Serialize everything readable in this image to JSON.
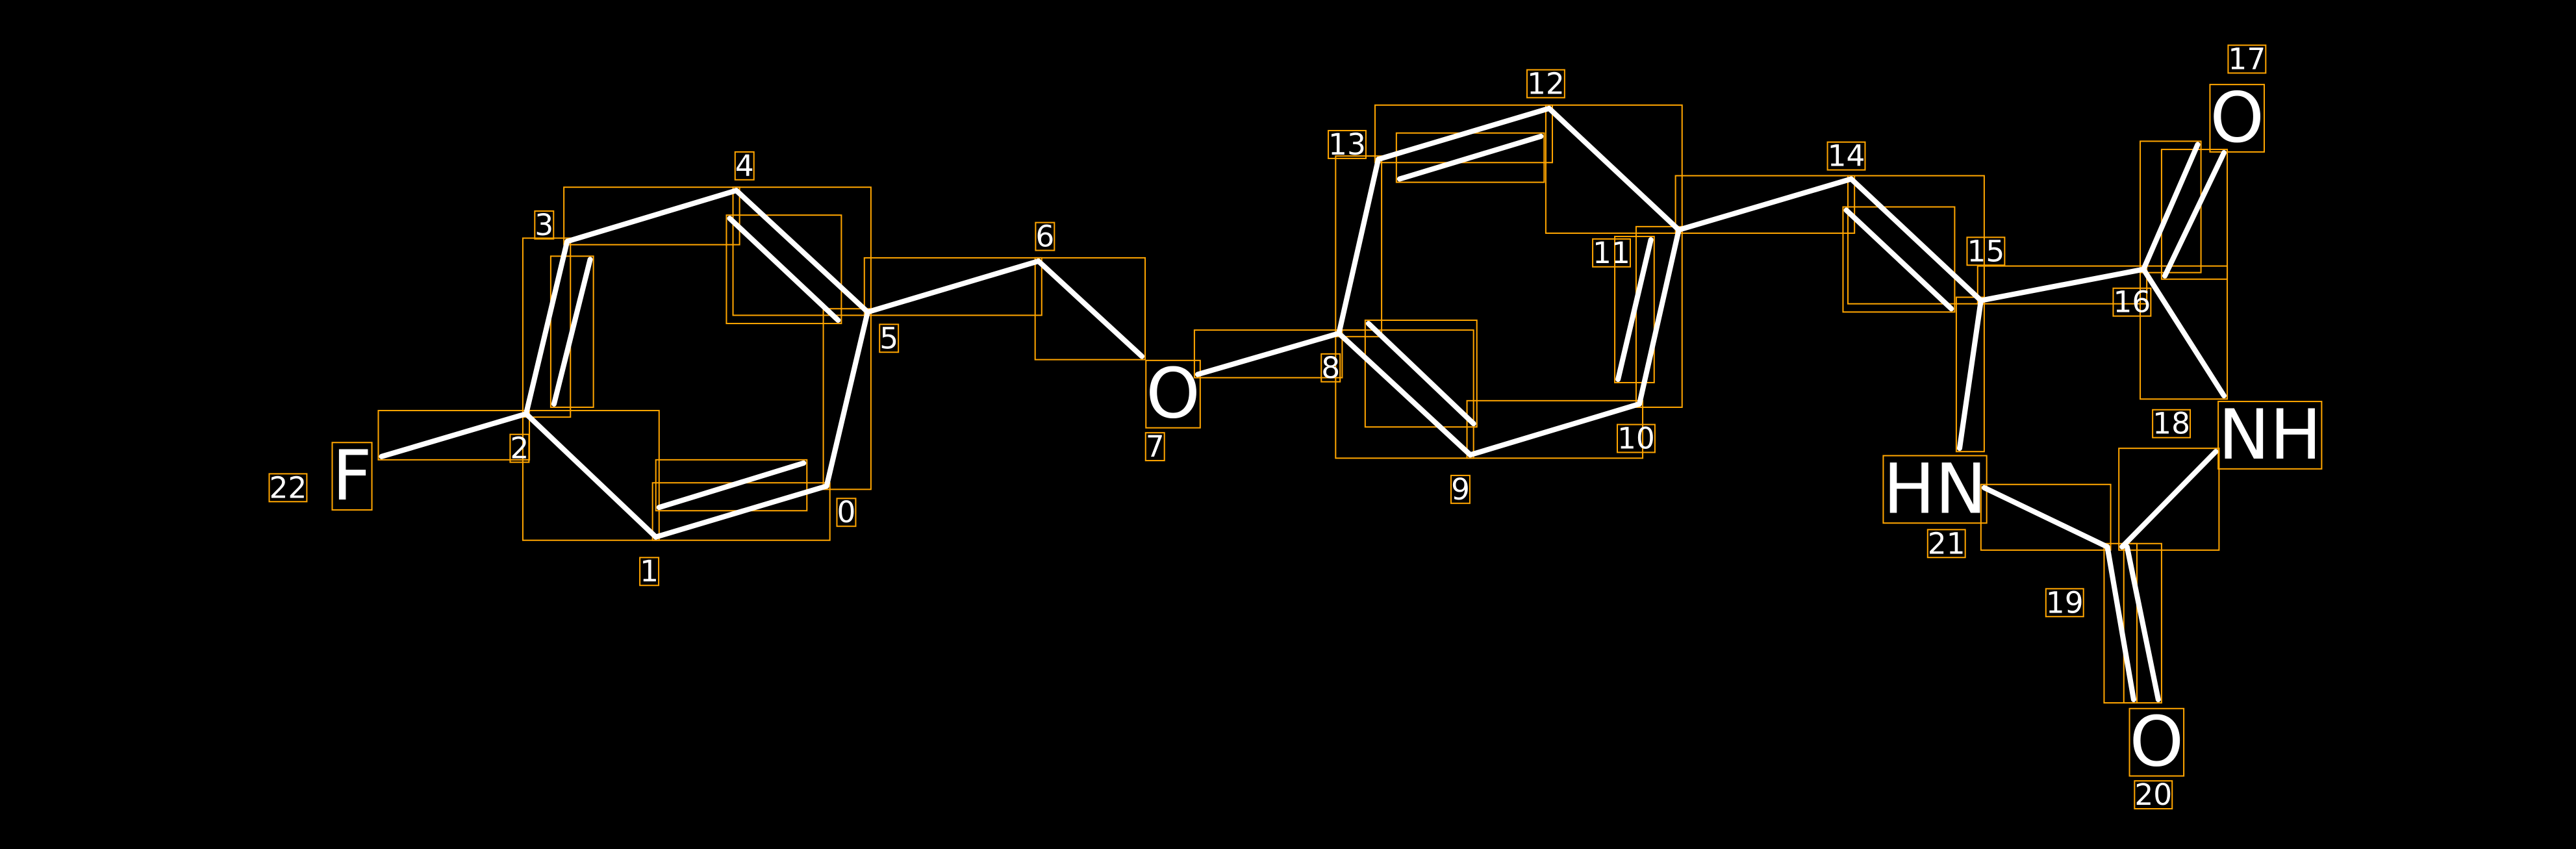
{
  "colors": {
    "background": "#000000",
    "bond": "#ffffff",
    "annotation_box": "#FFA500"
  },
  "atom_labels": {
    "a7": "O",
    "a17": "O",
    "a18": "NH",
    "a20": "O",
    "a21": "HN",
    "a22": "F"
  },
  "indices": [
    "0",
    "1",
    "2",
    "3",
    "4",
    "5",
    "6",
    "7",
    "8",
    "9",
    "10",
    "11",
    "12",
    "13",
    "14",
    "15",
    "16",
    "17",
    "18",
    "19",
    "20",
    "21",
    "22"
  ]
}
